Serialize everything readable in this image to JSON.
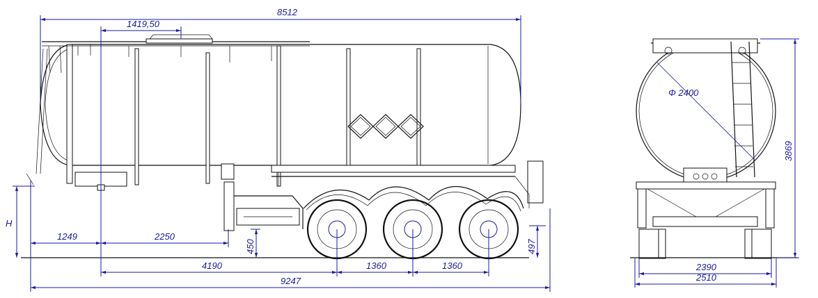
{
  "title": "",
  "colors": {
    "outline": "#111111",
    "dimension": "#1a1aa8",
    "background": "#ffffff"
  },
  "side_view": {
    "dimensions": {
      "overall_tank_length": "8512",
      "manhole_offset": "1419,50",
      "front_overhang": "1249",
      "kingpin_to_landing_gear": "2250",
      "landing_gear_height": "450",
      "kingpin_to_first_axle": "4190",
      "axle_spacing_1": "1360",
      "axle_spacing_2": "1360",
      "overall_length": "9247",
      "rear_step_height": "497",
      "fifth_wheel_height": "H"
    }
  },
  "rear_view": {
    "dimensions": {
      "tank_diameter": "Φ 2400",
      "overall_height": "3869",
      "track_width": "2390",
      "overall_width": "2510"
    }
  }
}
